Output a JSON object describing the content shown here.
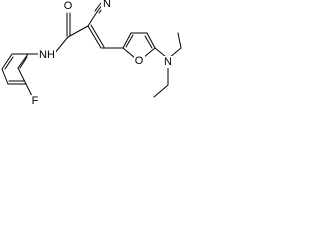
{
  "molecule": {
    "atoms": {
      "o_carbonyl": "O",
      "n_nitrile": "N",
      "nh_amide": "NH",
      "f": "F",
      "o_furan": "O",
      "n_amine": "N"
    }
  }
}
